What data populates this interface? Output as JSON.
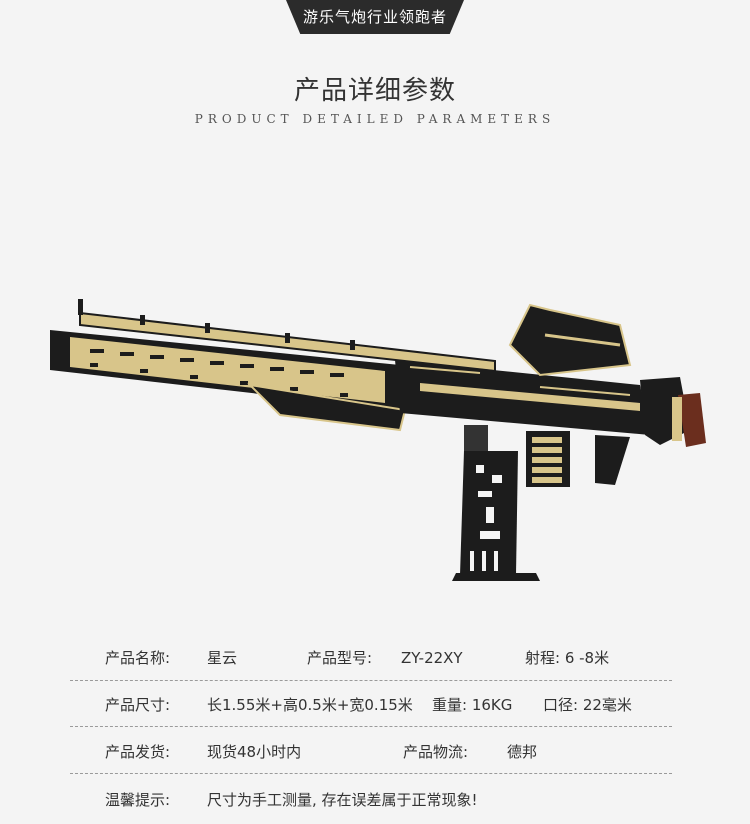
{
  "badge": "游乐气炮行业领跑者",
  "title": "产品详细参数",
  "subtitle": "PRODUCT DETAILED PARAMETERS",
  "specs": {
    "row1": {
      "name_label": "产品名称:",
      "name_value": "星云",
      "model_label": "产品型号:",
      "model_value": "ZY-22XY",
      "range": "射程: 6 -8米"
    },
    "row2": {
      "size_label": "产品尺寸:",
      "size_value": "长1.55米+高0.5米+宽0.15米",
      "weight": "重量: 16KG",
      "caliber": "口径: 22毫米"
    },
    "row3": {
      "ship_label": "产品发货:",
      "ship_value": "现货48小时内",
      "logistics_label": "产品物流:",
      "logistics_value": "德邦"
    },
    "row4": {
      "tip_label": "温馨提示:",
      "tip_value": "尺寸为手工测量, 存在误差属于正常现象!"
    }
  },
  "colors": {
    "gold": "#d8c58a",
    "black": "#1c1c1c",
    "stock_brown": "#6b2e1e"
  }
}
